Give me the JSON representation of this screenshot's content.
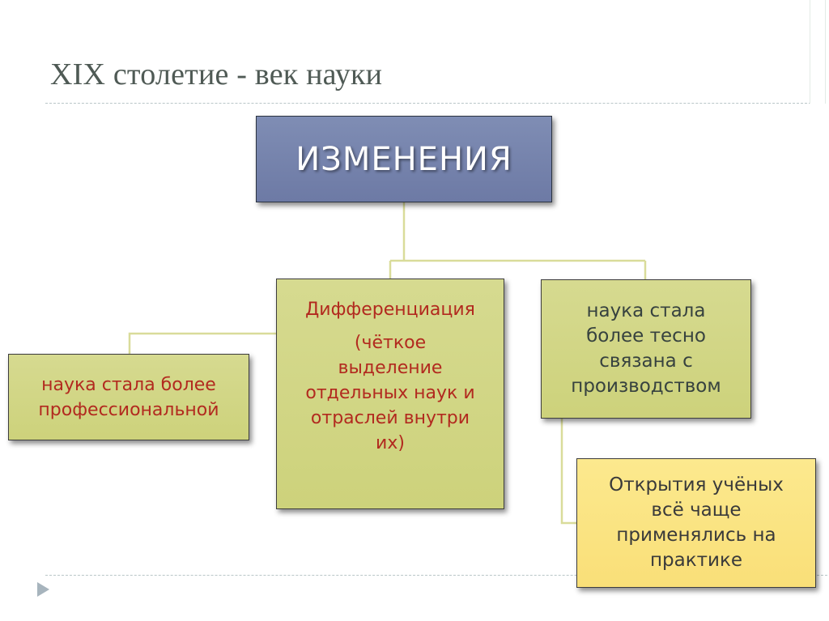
{
  "slide": {
    "title": "XIX столетие - век науки"
  },
  "diagram": {
    "root": "ИЗМЕНЕНИЯ",
    "left_box": "наука стала более\nпрофессиональной",
    "center_box_heading": "Дифференциация",
    "center_box_body": "(чёткое\nвыделение\nотдельных наук и\nотраслей внутри\nих)",
    "right_box": "наука стала\nболее тесно\nсвязана с\nпроизводством",
    "bottom_right_box": "Открытия учёных\nвсё чаще\nприменялись на\nпрактике"
  },
  "colors": {
    "root_fill": "#7584ad",
    "green_fill": "#d2d685",
    "orange_fill": "#fbe483",
    "connector": "#d9dc9a",
    "red_text": "#b22a1f",
    "title_text": "#4f5a55"
  },
  "icons": {
    "nav": "play-arrow-icon"
  }
}
